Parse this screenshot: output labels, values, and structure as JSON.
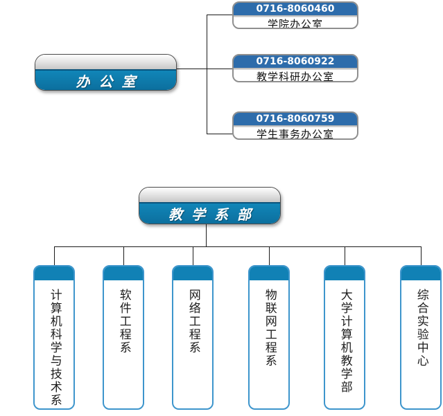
{
  "sections": {
    "office": {
      "root_label": "办公室",
      "children": [
        {
          "phone": "0716-8060460",
          "label": "学院办公室"
        },
        {
          "phone": "0716-8060922",
          "label": "教学科研办公室"
        },
        {
          "phone": "0716-8060759",
          "label": "学生事务办公室"
        }
      ]
    },
    "teaching": {
      "root_label": "教学系部",
      "departments": [
        {
          "label": "计算机科学与技术系"
        },
        {
          "label": "软件工程系"
        },
        {
          "label": "网络工程系"
        },
        {
          "label": "物联网工程系"
        },
        {
          "label": "大学计算机教学部"
        },
        {
          "label": "综合实验中心"
        }
      ]
    }
  },
  "colors": {
    "root_node_blue": "#0e7dae",
    "phone_bar_blue": "#2d6cab",
    "dept_cap_blue": "#1181b5",
    "dept_border_blue": "#3d95cc",
    "connector_black": "#1a1a1a"
  }
}
